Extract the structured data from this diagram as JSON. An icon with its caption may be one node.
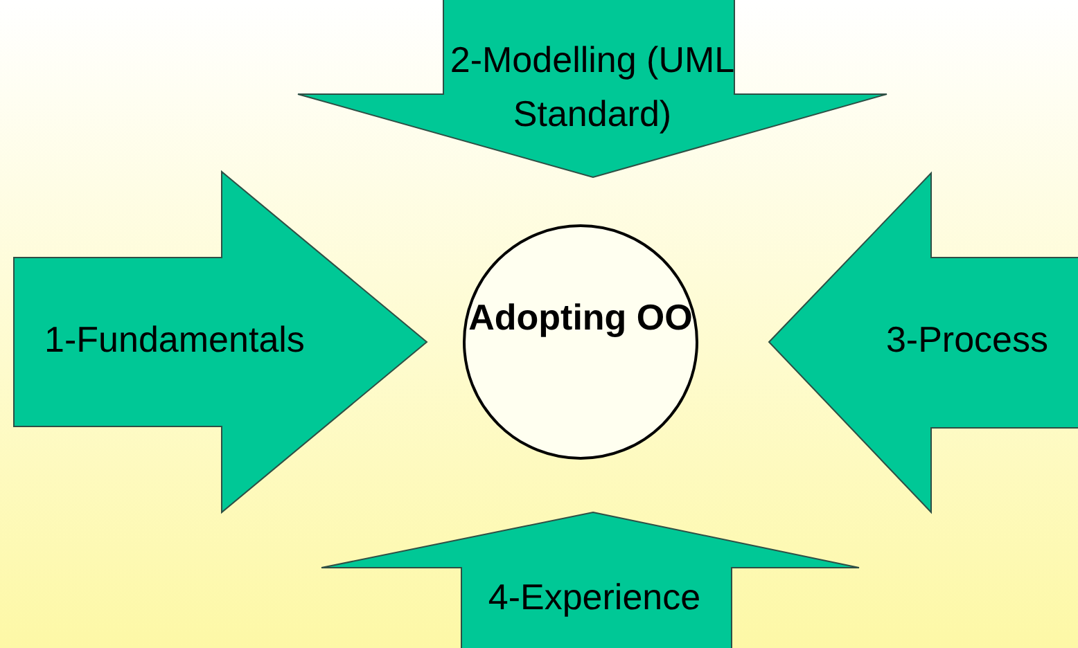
{
  "diagram": {
    "nodes": [
      {
        "text": [
          "2-Modelling (UML Standard)"
        ]
      },
      {
        "text": [
          "1-Fundamentals"
        ]
      },
      {
        "text": [
          "Adopting OO"
        ]
      },
      {
        "text": [
          "3-Process"
        ]
      },
      {
        "text": [
          "4-Experience"
        ]
      }
    ]
  }
}
